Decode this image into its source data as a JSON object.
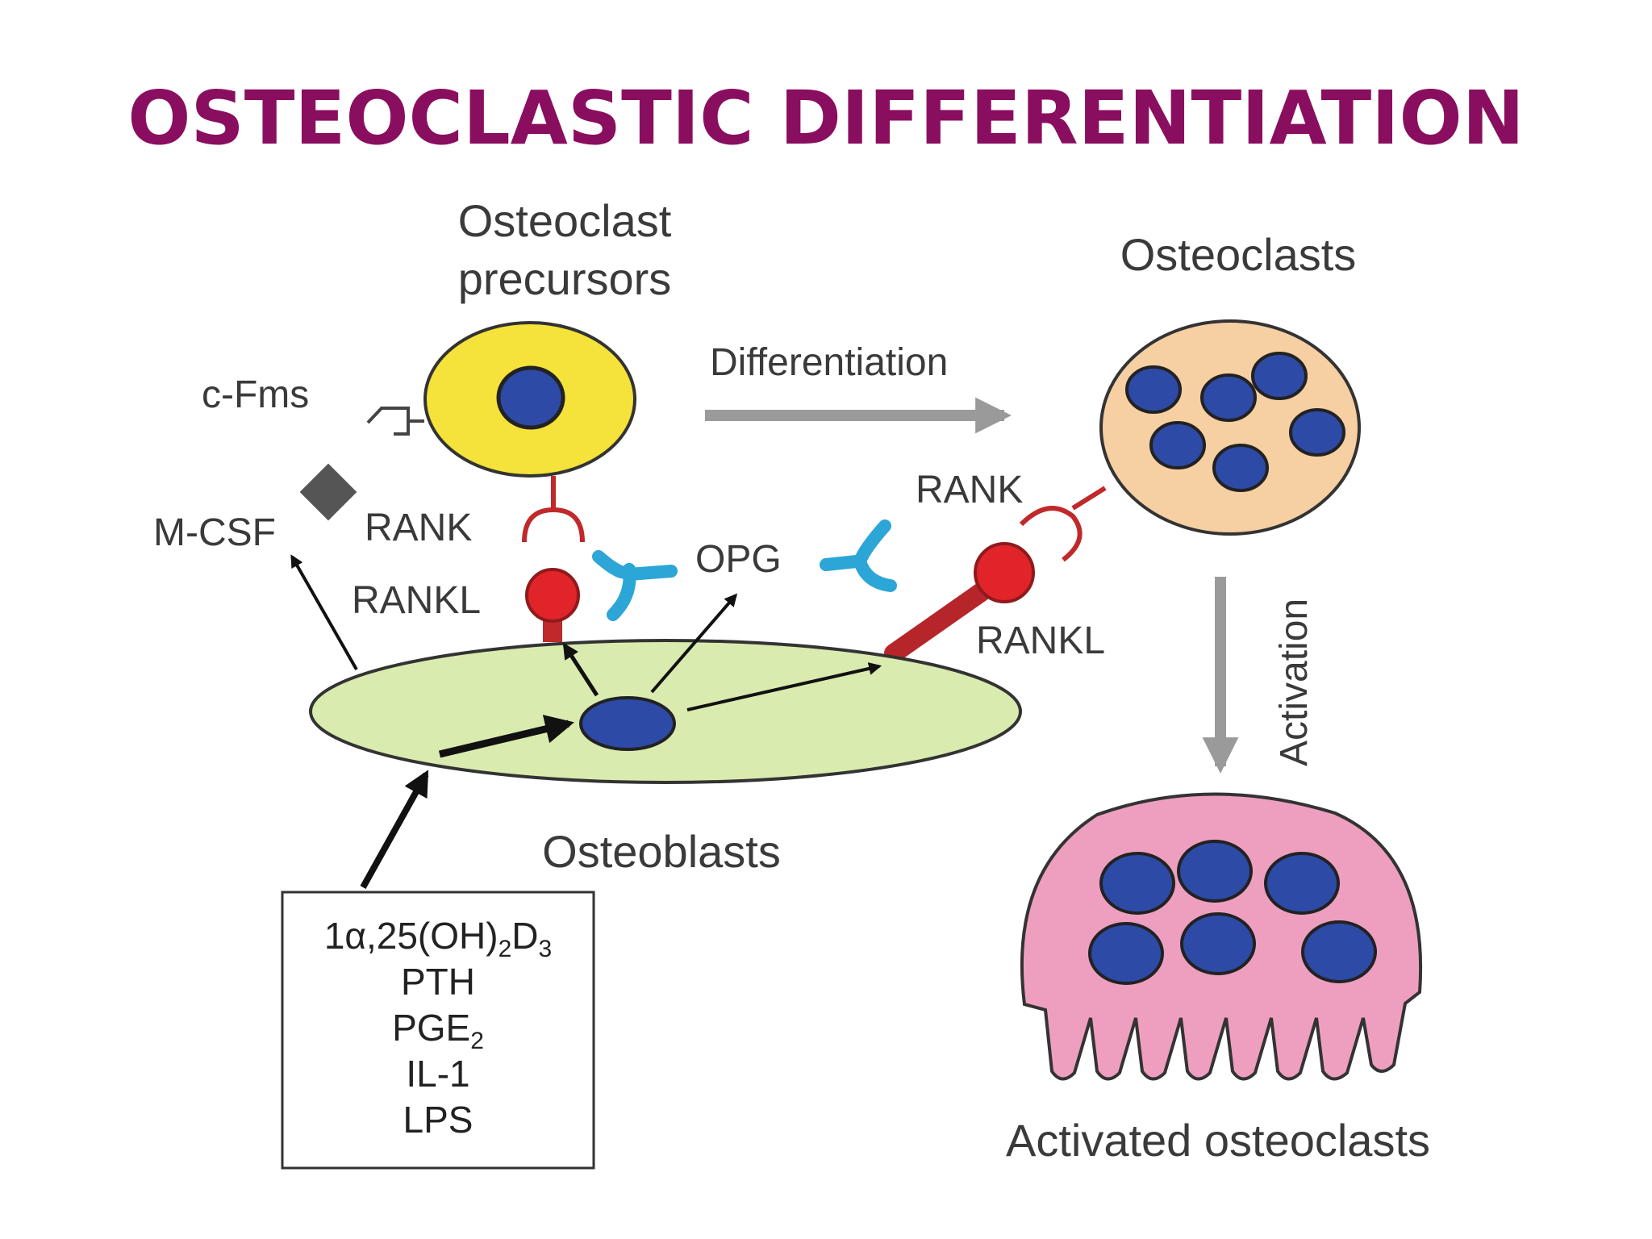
{
  "title": "OSTEOCLASTIC DIFFERENTIATION",
  "labels": {
    "precursors_line1": "Osteoclast",
    "precursors_line2": "precursors",
    "osteoclasts": "Osteoclasts",
    "differentiation": "Differentiation",
    "c_fms": "c-Fms",
    "m_csf": "M-CSF",
    "rank_left": "RANK",
    "rankl_left": "RANKL",
    "opg": "OPG",
    "rank_right": "RANK",
    "rankl_right": "RANKL",
    "activation": "Activation",
    "osteoblasts": "Osteoblasts",
    "activated_osteoclasts": "Activated osteoclasts"
  },
  "stimuli_box": {
    "line1": {
      "main": "1α,25(OH)",
      "sub1": "2",
      "mid": "D",
      "sub2": "3"
    },
    "line2": "PTH",
    "line3": {
      "main": "PGE",
      "sub": "2"
    },
    "line4": "IL-1",
    "line5": "LPS"
  },
  "colors": {
    "title": "#8a0e5f",
    "precursor_cell": "#f5e23a",
    "osteoclast_cell": "#f6cfa3",
    "osteoblast_cell": "#d9ebae",
    "activated_cell": "#ee9fbf",
    "nucleus": "#2d4aa6",
    "rank_receptor": "#c0292b",
    "rankl": "#e0242a",
    "opg": "#2ba6d6",
    "process_arrow": "#9a9a9a",
    "signal_arrow": "#111111"
  }
}
